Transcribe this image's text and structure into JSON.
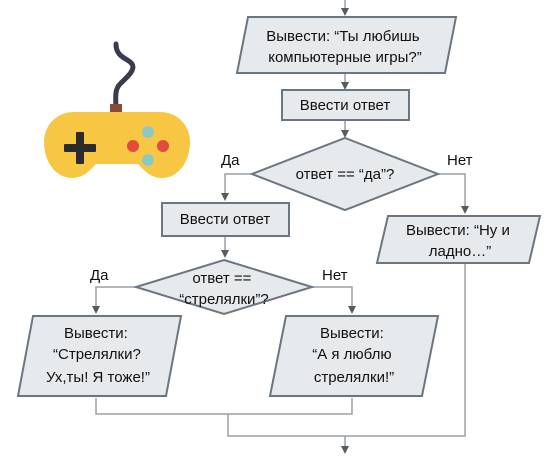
{
  "colors": {
    "shape_fill": "#e7eaed",
    "shape_stroke": "#6b7680",
    "connector": "#9aa1a7",
    "gamepad_body": "#f7c744",
    "gamepad_cable": "#3b3b4f"
  },
  "icons": {
    "gamepad": "gamepad-icon"
  },
  "nodes": {
    "output_question": [
      "Вывести: “Ты любишь",
      "компьютерные игры?”"
    ],
    "input_answer_1": "Ввести ответ",
    "decision_yes": "ответ == “да”?",
    "input_answer_2": "Ввести ответ",
    "decision_shooters": [
      "ответ ==",
      "“стрелялки”?"
    ],
    "output_ok": [
      "Вывести: “Ну и",
      "ладно…”"
    ],
    "output_me_too": [
      "Вывести:",
      "“Стрелялки?",
      "Ух,ты! Я тоже!”"
    ],
    "output_i_love": [
      "Вывести:",
      "“А я люблю",
      "стрелялки!”"
    ]
  },
  "branches": {
    "yes_1": "Да",
    "no_1": "Нет",
    "yes_2": "Да",
    "no_2": "Нет"
  }
}
